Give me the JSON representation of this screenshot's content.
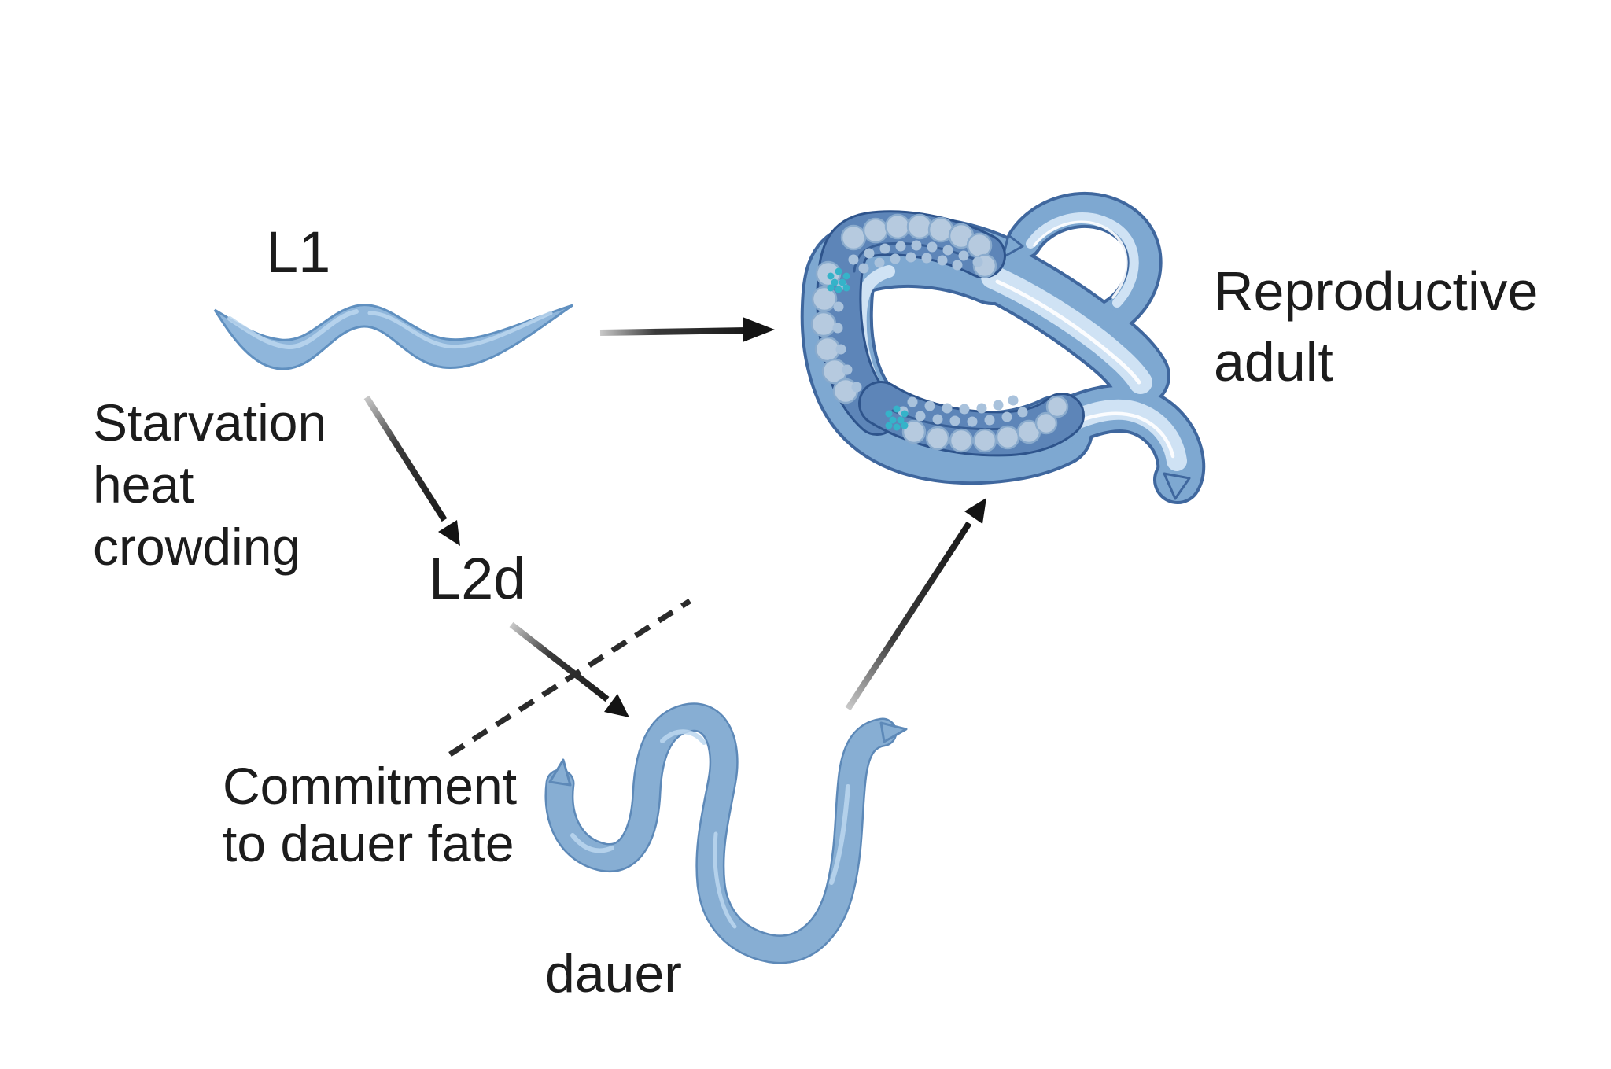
{
  "figure": {
    "description": "C. elegans dauer life-cycle decision diagram",
    "stages": {
      "l1": "L1",
      "l2d": "L2d",
      "dauer": "dauer",
      "reproductive_adult": {
        "line1": "Reproductive",
        "line2": "adult"
      }
    },
    "annotations": {
      "stress": {
        "line1": "Starvation",
        "line2": "heat",
        "line3": "crowding"
      },
      "commitment": {
        "line1": "Commitment",
        "line2": "to dauer fate"
      }
    },
    "colors": {
      "background": "#ffffff",
      "text": "#1c1c1c",
      "larva_body": "#8fb6db",
      "larva_outline": "#6090c0",
      "larva_highlight": "#bcd7ee",
      "dauer_body": "#87aed3",
      "dauer_outline": "#5d89b8",
      "dauer_highlight": "#b5d2ea",
      "adult_body": "#7ea8d1",
      "adult_outline": "#3f679e",
      "adult_inner_band": "#cfe2f4",
      "adult_gonad": "#5d85b8",
      "adult_gonad_outline": "#2e548c",
      "egg_fill": "#b6cadf",
      "egg_outline": "#8aabcd",
      "germ_cell": "#a9c2dc",
      "sperm_teal": "#35b3c9",
      "arrow_dark": "#141414",
      "arrow_light": "#c9c9c9",
      "dashed_line": "#2b2b2b"
    }
  }
}
